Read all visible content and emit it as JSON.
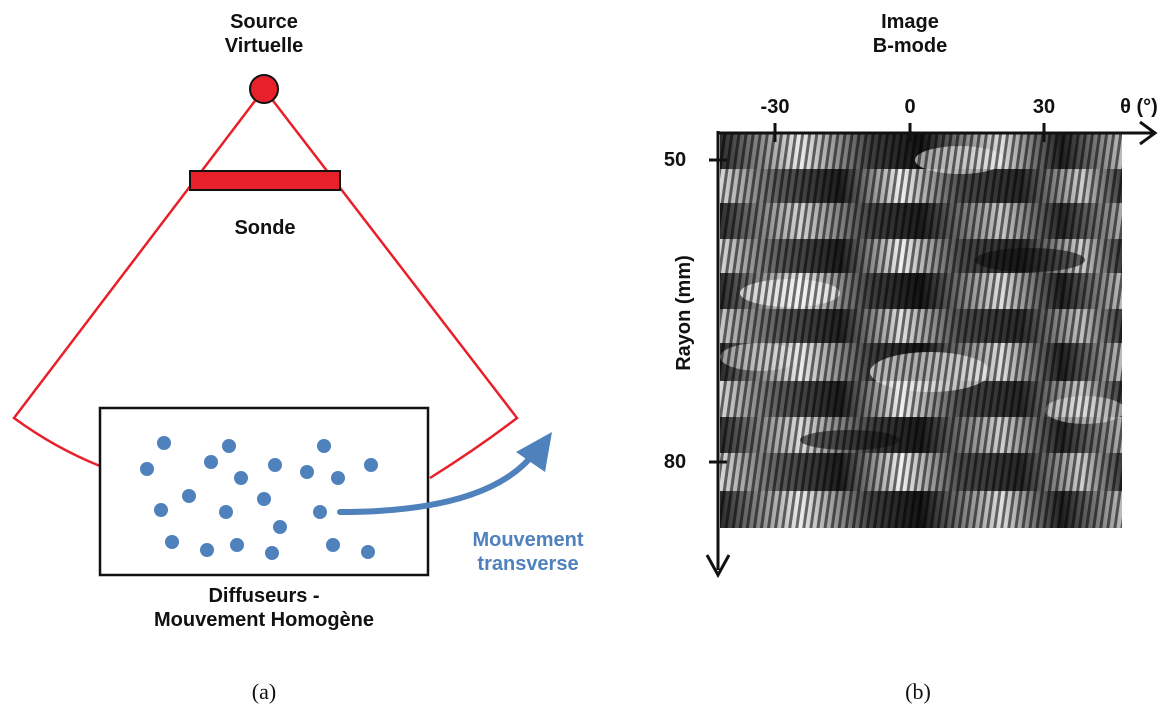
{
  "panel_a": {
    "source_label_line1": "Source",
    "source_label_line2": "Virtuelle",
    "probe_label": "Sonde",
    "scatterers_label_line1": "Diffuseurs -",
    "scatterers_label_line2": "Mouvement Homogène",
    "motion_label_line1": "Mouvement",
    "motion_label_line2": "transverse",
    "caption": "(a)",
    "colors": {
      "beam": "#e8202a",
      "source": "#e8202a",
      "probe": "#e8202a",
      "scatterer": "#4f81bd",
      "motion_arrow": "#4f81bd",
      "motion_text": "#4f81bd"
    }
  },
  "panel_b": {
    "title_line1": "Image",
    "title_line2": "B-mode",
    "x_axis_label": "θ (°)",
    "x_ticks": [
      "-30",
      "0",
      "30"
    ],
    "y_axis_label": "Rayon (mm)",
    "y_ticks": [
      "50",
      "80"
    ],
    "caption": "(b)"
  }
}
